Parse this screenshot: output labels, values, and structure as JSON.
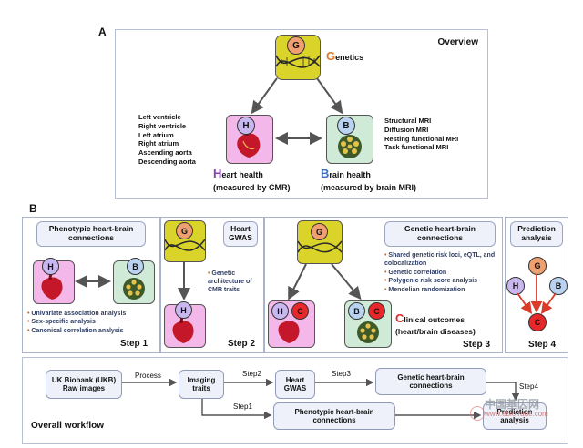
{
  "panel_a": {
    "label": "A",
    "overview_title": "Overview",
    "genetics": {
      "badge": "G",
      "cap": "G",
      "rest": "enetics"
    },
    "heart": {
      "badge": "H",
      "cap": "H",
      "rest": "eart health",
      "sub": "(measured by CMR)",
      "structures": [
        "Left ventricle",
        "Right ventricle",
        "Left atrium",
        "Right atrium",
        "Ascending aorta",
        "Descending aorta"
      ]
    },
    "brain": {
      "badge": "B",
      "cap": "B",
      "rest": "rain health",
      "sub": "(measured by brain MRI)",
      "modalities": [
        "Structural MRI",
        "Diffusion MRI",
        "Resting functional MRI",
        "Task functional MRI"
      ]
    }
  },
  "panel_b": {
    "label": "B",
    "step1": {
      "title": "Phenotypic heart-brain connections",
      "badge_h": "H",
      "badge_b": "B",
      "bullets": [
        "Univariate association analysis",
        "Sex-specific analysis",
        "Canonical correlation analysis"
      ],
      "step": "Step 1"
    },
    "step2": {
      "title": "Heart GWAS",
      "badge_g": "G",
      "badge_h": "H",
      "note": "Genetic architecture of CMR traits",
      "step": "Step 2"
    },
    "step3": {
      "title": "Genetic heart-brain connections",
      "badge_g": "G",
      "badge_h": "H",
      "badge_b": "B",
      "badge_c": "C",
      "bullets": [
        "Shared genetic risk loci, eQTL, and colocalization",
        "Genetic correlation",
        "Polygenic risk score analysis",
        "Mendelian randomization"
      ],
      "clinical_cap": "C",
      "clinical_rest": "linical outcomes",
      "clinical_sub": "(heart/brain diseases)",
      "step": "Step 3"
    },
    "step4": {
      "title": "Prediction analysis",
      "badges": [
        "G",
        "H",
        "B",
        "C"
      ],
      "step": "Step 4"
    }
  },
  "workflow": {
    "title": "Overall workflow",
    "raw": "UK Biobank (UKB) Raw images",
    "process": "Process",
    "imaging": "Imaging traits",
    "step1": "Step1",
    "step2": "Step2",
    "step3": "Step3",
    "step4": "Step4",
    "heart_gwas": "Heart GWAS",
    "genetic": "Genetic heart-brain connections",
    "phenotypic": "Phenotypic heart-brain connections",
    "prediction": "Prediction analysis"
  },
  "watermark": {
    "cn": "中国基因网",
    "url": "www.ebiotrade.com"
  },
  "colors": {
    "genetics_bg": "#d9d32a",
    "heart_bg": "#f3b8e9",
    "brain_bg": "#cfead6",
    "badge_h": "#c9b8ef",
    "badge_b": "#b9d3f0",
    "badge_g": "#f0a070",
    "badge_c": "#e8272a",
    "border": "#b8c0d4"
  }
}
